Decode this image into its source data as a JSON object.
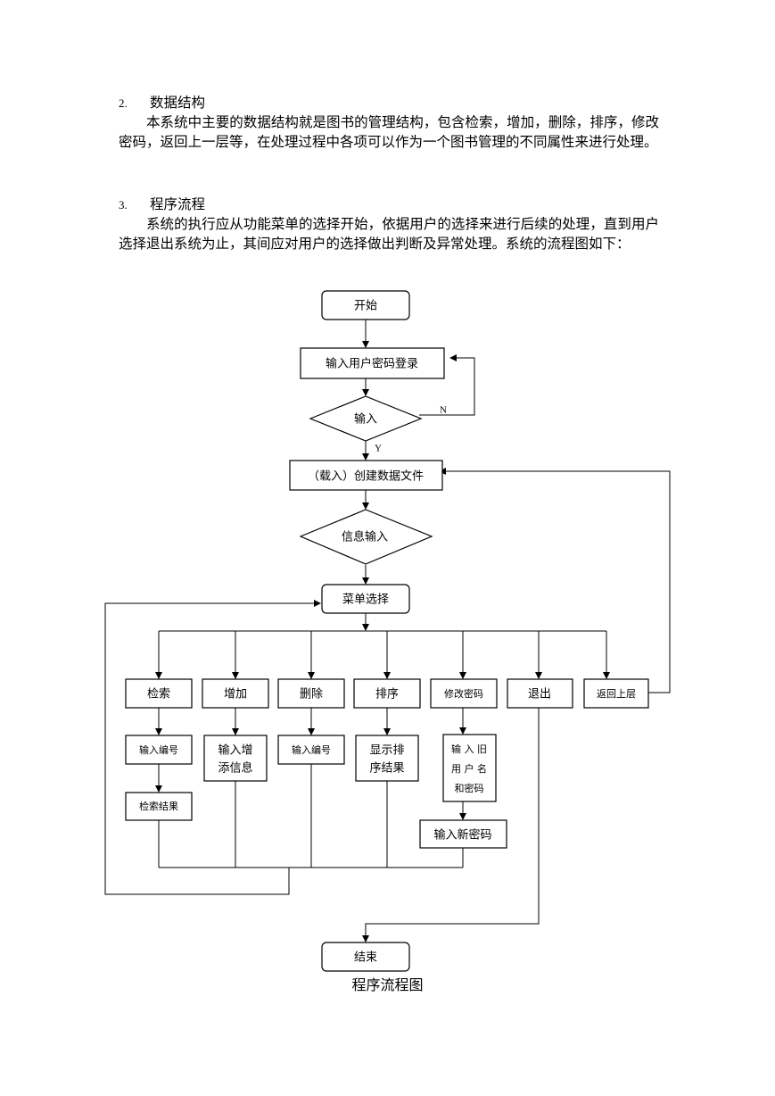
{
  "sections": [
    {
      "number": "2.",
      "title": "数据结构",
      "body": "本系统中主要的数据结构就是图书的管理结构，包含检索，增加，删除，排序，修改密码，返回上一层等，在处理过程中各项可以作为一个图书管理的不同属性来进行处理。"
    },
    {
      "number": "3.",
      "title": "程序流程",
      "body": "系统的执行应从功能菜单的选择开始，依据用户的选择来进行后续的处理，直到用户选择退出系统为止，其间应对用户的选择做出判断及异常处理。系统的流程图如下："
    }
  ],
  "flowchart": {
    "start": "开始",
    "login": "输入用户密码登录",
    "input_check": "输入",
    "branch_no": "N",
    "branch_yes": "Y",
    "load_file": "（载入）创建数据文件",
    "info_input": "信息输入",
    "menu": "菜单选择",
    "options": [
      "检索",
      "增加",
      "删除",
      "排序",
      "修改密码",
      "退出",
      "返回上层"
    ],
    "search_input": "输入编号",
    "search_result": "检索结果",
    "add_input_line1": "输入增",
    "add_input_line2": "添信息",
    "delete_input": "输入编号",
    "sort_show_line1": "显示排",
    "sort_show_line2": "序结果",
    "old_pwd_line1": "输 入 旧",
    "old_pwd_line2": "用 户 名",
    "old_pwd_line3": "和密码",
    "new_pwd": "输入新密码",
    "end": "结束"
  },
  "caption": "程序流程图"
}
